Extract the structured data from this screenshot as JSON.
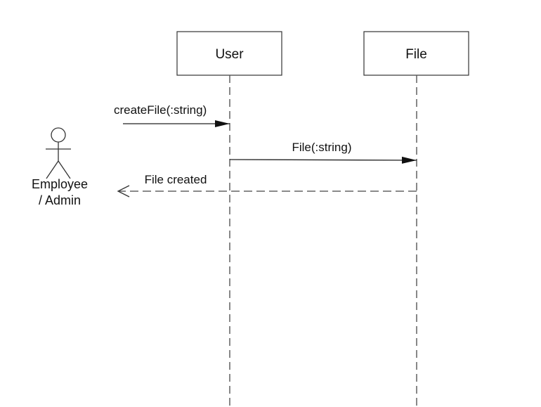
{
  "lifelines": [
    {
      "id": "user",
      "label": "User"
    },
    {
      "id": "file",
      "label": "File"
    }
  ],
  "actor": {
    "label_line1": "Employee",
    "label_line2": "/ Admin"
  },
  "messages": [
    {
      "label": "createFile(:string)",
      "from": "actor",
      "to": "user",
      "kind": "sync"
    },
    {
      "label": "File(:string)",
      "from": "user",
      "to": "file",
      "kind": "sync"
    },
    {
      "label": "File created",
      "from": "file",
      "to": "actor",
      "kind": "return"
    }
  ],
  "colors": {
    "line": "#333333",
    "box_fill": "#ffffff",
    "text": "#111111"
  }
}
